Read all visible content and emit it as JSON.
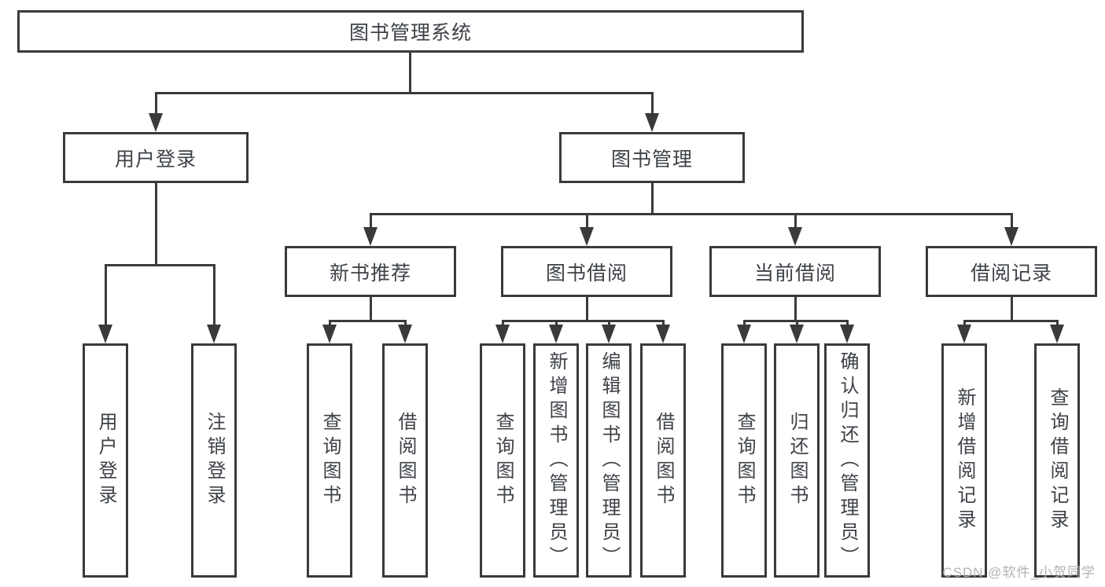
{
  "colors": {
    "line": "#3a3a3a",
    "text": "#3e4247",
    "watermark": "#b3b3b3",
    "bg": "#ffffff"
  },
  "root": {
    "label": "图书管理系统"
  },
  "level2": [
    {
      "label": "用户登录"
    },
    {
      "label": "图书管理"
    }
  ],
  "level3": [
    {
      "label": "新书推荐"
    },
    {
      "label": "图书借阅"
    },
    {
      "label": "当前借阅"
    },
    {
      "label": "借阅记录"
    }
  ],
  "leaves": {
    "login": [
      "用户登录",
      "注销登录"
    ],
    "recommend": [
      "查询图书",
      "借阅图书"
    ],
    "borrow": [
      "查询图书",
      "新增图书（管理员）",
      "编辑图书（管理员）",
      "借阅图书"
    ],
    "current": [
      "查询图书",
      "归还图书",
      "确认归还（管理员）"
    ],
    "records": [
      "新增借阅记录",
      "查询借阅记录"
    ]
  },
  "watermark": "CSDN @软件_小贺同学"
}
